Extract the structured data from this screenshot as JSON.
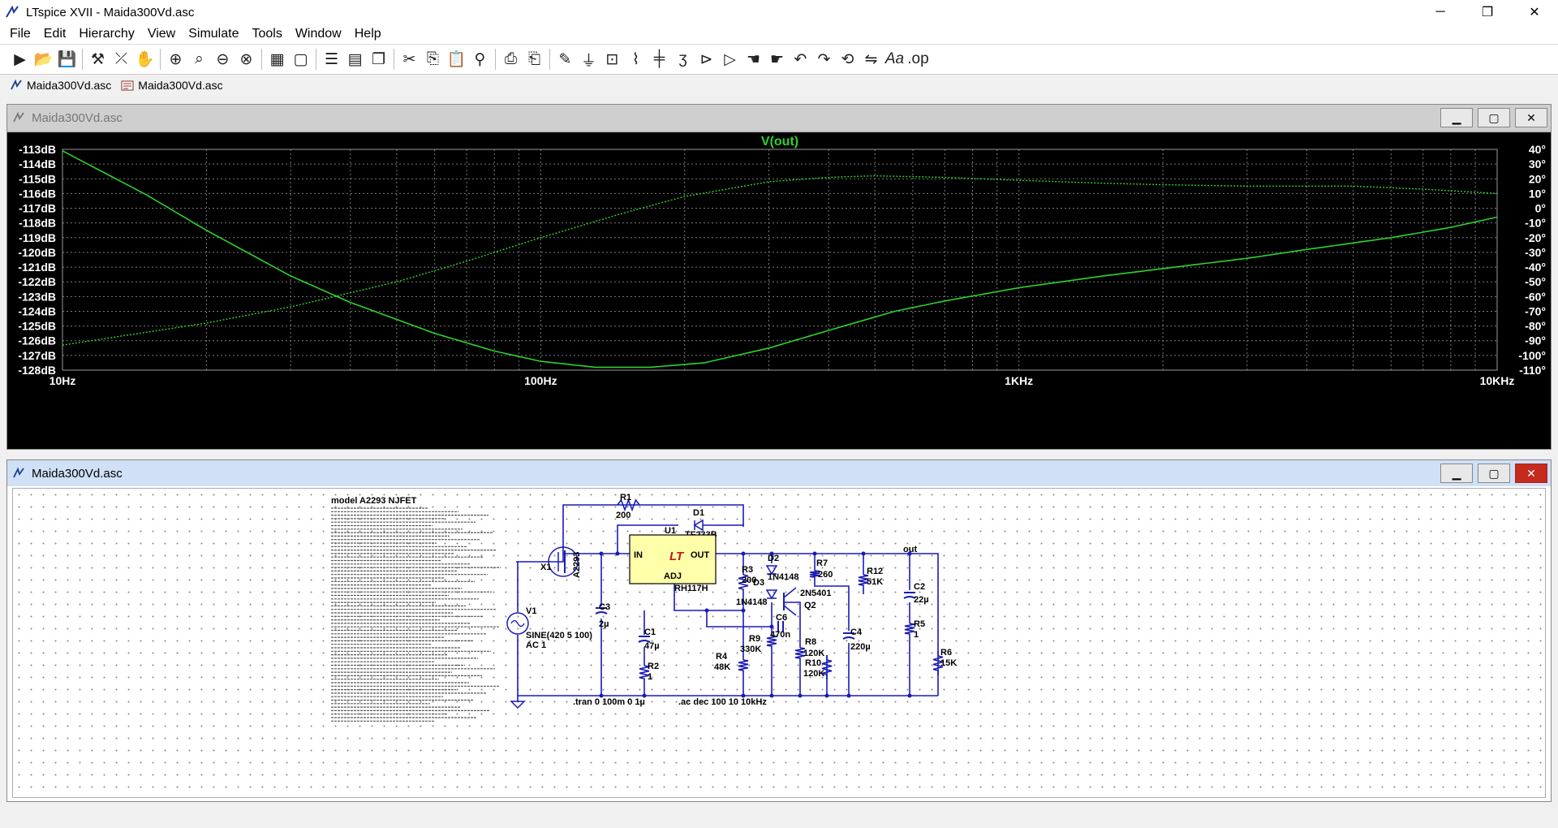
{
  "window": {
    "title": "LTspice XVII - Maida300Vd.asc",
    "minimize": "─",
    "maximize": "❐",
    "close": "✕"
  },
  "menu": [
    "File",
    "Edit",
    "Hierarchy",
    "View",
    "Simulate",
    "Tools",
    "Window",
    "Help"
  ],
  "toolbar_icons": [
    "run-icon",
    "open-icon",
    "save-icon",
    "control-panel-icon",
    "probe-icon",
    "pan-hand-icon",
    "zoom-in-icon",
    "zoom-area-icon",
    "zoom-out-icon",
    "zoom-fit-icon",
    "autorange-icon",
    "delete-trace-icon",
    "tile-horizontal-icon",
    "tile-vertical-icon",
    "cascade-icon",
    "cut-icon",
    "copy-icon",
    "paste-icon",
    "find-icon",
    "print-icon",
    "print-preview-icon",
    "draw-wire-icon",
    "ground-icon",
    "label-net-icon",
    "resistor-icon",
    "capacitor-icon",
    "inductor-icon",
    "diode-icon",
    "component-icon",
    "move-icon",
    "drag-icon",
    "undo-icon",
    "redo-icon",
    "rotate-icon",
    "mirror-icon",
    "text-icon",
    "spice-directive-icon"
  ],
  "doc_tabs": [
    {
      "label": "Maida300Vd.asc",
      "icon": "waveform-icon"
    },
    {
      "label": "Maida300Vd.asc",
      "icon": "schematic-icon"
    }
  ],
  "plot_window": {
    "title": "Maida300Vd.asc",
    "trace_name": "V(out)"
  },
  "chart_data": {
    "type": "line",
    "title": "V(out)",
    "x_scale": "log",
    "x_ticks": [
      "10Hz",
      "100Hz",
      "1KHz",
      "10KHz"
    ],
    "xlim_hz": [
      10,
      10000
    ],
    "left_axis_ticks": [
      "-113dB",
      "-114dB",
      "-115dB",
      "-116dB",
      "-117dB",
      "-118dB",
      "-119dB",
      "-120dB",
      "-121dB",
      "-122dB",
      "-123dB",
      "-124dB",
      "-125dB",
      "-126dB",
      "-127dB",
      "-128dB"
    ],
    "ylim_db": [
      -128,
      -113
    ],
    "right_axis_ticks": [
      "40°",
      "30°",
      "20°",
      "10°",
      "0°",
      "-10°",
      "-20°",
      "-30°",
      "-40°",
      "-50°",
      "-60°",
      "-70°",
      "-80°",
      "-90°",
      "-100°",
      "-110°"
    ],
    "ylim_deg": [
      -110,
      40
    ],
    "grid": true,
    "colors": {
      "background": "#000000",
      "trace": "#2ed12e",
      "grid": "#7a7a7a",
      "axis_text": "#ffffff",
      "title": "#2ed12e"
    },
    "series": [
      {
        "name": "magnitude",
        "style": "solid",
        "x_hz": [
          10,
          15,
          20,
          30,
          40,
          60,
          80,
          100,
          130,
          170,
          220,
          300,
          400,
          550,
          700,
          1000,
          1500,
          2000,
          3000,
          4000,
          6000,
          8000,
          10000
        ],
        "y_db": [
          -113.1,
          -116.1,
          -118.5,
          -121.6,
          -123.4,
          -125.5,
          -126.7,
          -127.4,
          -127.8,
          -127.8,
          -127.5,
          -126.5,
          -125.3,
          -124.0,
          -123.3,
          -122.4,
          -121.6,
          -121.1,
          -120.4,
          -119.8,
          -119.0,
          -118.3,
          -117.6
        ]
      },
      {
        "name": "phase",
        "style": "dotted",
        "x_hz": [
          10,
          20,
          30,
          50,
          70,
          100,
          150,
          200,
          300,
          400,
          500,
          700,
          1000,
          1500,
          2000,
          3000,
          5000,
          7000,
          10000
        ],
        "y_deg": [
          -93,
          -78,
          -67,
          -50,
          -36,
          -20,
          -3,
          8,
          18,
          21,
          22,
          21,
          19,
          17,
          16,
          15,
          15,
          13,
          10
        ]
      }
    ]
  },
  "schematic_window": {
    "title": "Maida300Vd.asc"
  },
  "schematic": {
    "components": [
      {
        "ref": "R1",
        "value": "200"
      },
      {
        "ref": "D1",
        "value": "TF233B"
      },
      {
        "ref": "U1",
        "value": "RH117H",
        "pins": [
          "IN",
          "OUT",
          "ADJ"
        ]
      },
      {
        "ref": "X1",
        "value": "A2293"
      },
      {
        "ref": "R3",
        "value": "200"
      },
      {
        "ref": "D2",
        "value": "1N4148"
      },
      {
        "ref": "D3",
        "value": "1N4148"
      },
      {
        "ref": "R7",
        "value": "260"
      },
      {
        "ref": "R12",
        "value": "51K"
      },
      {
        "ref": "Q2",
        "value": "2N5401"
      },
      {
        "ref": "C2",
        "value": "22µ"
      },
      {
        "ref": "R5",
        "value": "1"
      },
      {
        "ref": "C3",
        "value": "2µ"
      },
      {
        "ref": "C1",
        "value": "47µ"
      },
      {
        "ref": "R2",
        "value": "1"
      },
      {
        "ref": "C6",
        "value": "470n"
      },
      {
        "ref": "R9",
        "value": "330K"
      },
      {
        "ref": "R8",
        "value": "120K"
      },
      {
        "ref": "R10",
        "value": "120K"
      },
      {
        "ref": "C4",
        "value": "220µ"
      },
      {
        "ref": "R4",
        "value": "48K"
      },
      {
        "ref": "R6",
        "value": "15K"
      },
      {
        "ref": "V1",
        "value": "SINE(420 5 100)",
        "value2": "AC 1"
      }
    ],
    "net_label": "out",
    "directives": [
      ".tran 0 100m 0 1µ",
      ".ac dec 100 10 10kHz"
    ],
    "notes_header": "model A2293 NJFET",
    "notes_lines": 62
  }
}
